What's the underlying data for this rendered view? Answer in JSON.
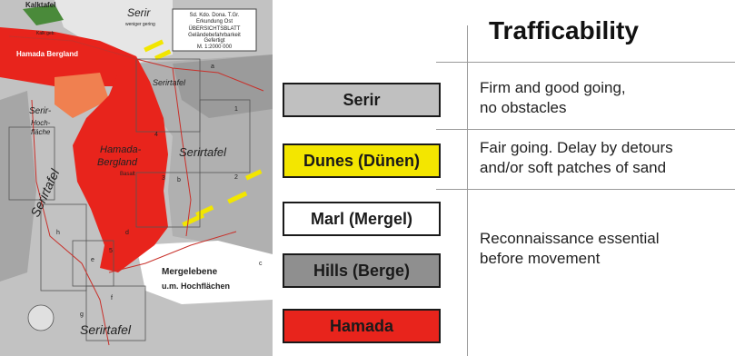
{
  "map": {
    "title_box": [
      "Sd. Kdo. Dona. T.Gr.",
      "Erkundung Ost",
      "ÜBERSICHTSBLATT",
      "Geländebefahrbarkeit",
      "Gefertigt",
      "M. 1:2000 000"
    ],
    "labels": {
      "kalktafel": "Kalktafel",
      "kalkgeb": "Kalk geb.",
      "serir_top": "Serir",
      "serir_top_sub": "weniger gering",
      "hamada_bergland_top": "Hamada Bergland",
      "serir_left": "Serir-",
      "hochflache": "Hoch-",
      "flache": "fläche",
      "serirtafel_left": "Serirtafel",
      "hamada": "Hamada-",
      "bergland": "Bergland",
      "basalt": "Basalt",
      "serirtafel_right": "Serirtafel",
      "serirtafel_top": "Serirtafel",
      "mergelebene": "Mergelebene",
      "hochflachen": "u.m. Hochflächen",
      "serirtafel_bottom": "Serirtafel",
      "letters": [
        "a",
        "b",
        "c",
        "d",
        "e",
        "f",
        "g",
        "h"
      ],
      "numbers": [
        "1",
        "2",
        "3",
        "4",
        "5"
      ]
    },
    "colors": {
      "hamada": "#e8241c",
      "hamada_light": "#f08050",
      "serir": "#b9b9b9",
      "serir_dark": "#8d8d8d",
      "dunes": "#f2e600",
      "marl": "#ffffff",
      "kalk": "#4a8a3a"
    }
  },
  "legend": [
    {
      "label": "Serir",
      "color": "#c0c0c0"
    },
    {
      "label": "Dunes (Dünen)",
      "color": "#f3e600"
    },
    {
      "label": "Marl (Mergel)",
      "color": "#ffffff"
    },
    {
      "label": "Hills (Berge)",
      "color": "#8f8f8f"
    },
    {
      "label": "Hamada",
      "color": "#e8241c"
    }
  ],
  "trafficability": {
    "title": "Trafficability",
    "rows": [
      {
        "lines": [
          "Firm and good going,",
          "no obstacles"
        ]
      },
      {
        "lines": [
          "Fair going. Delay by detours",
          "and/or soft patches of sand"
        ]
      },
      {
        "lines": [
          "Reconnaissance essential",
          "before movement"
        ]
      }
    ]
  }
}
